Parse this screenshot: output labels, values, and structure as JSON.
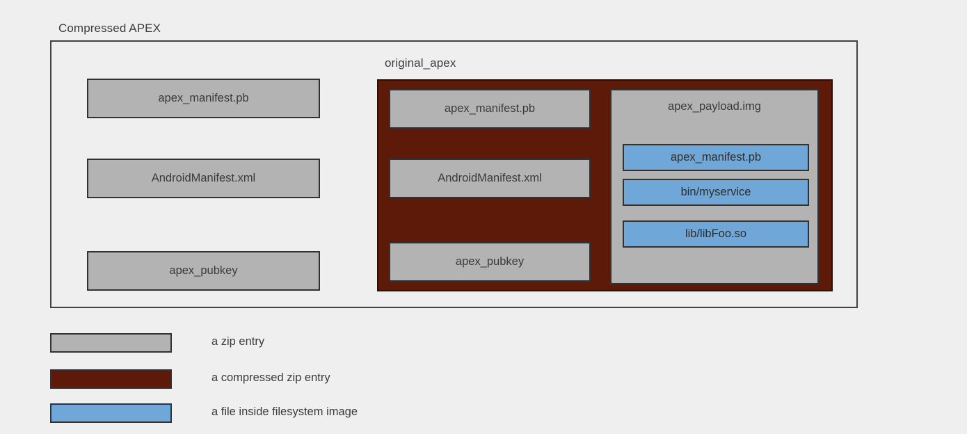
{
  "diagram": {
    "outer_container": {
      "label": "Compressed APEX",
      "entries": [
        {
          "label": "apex_manifest.pb",
          "kind": "zip-entry"
        },
        {
          "label": "AndroidManifest.xml",
          "kind": "zip-entry"
        },
        {
          "label": "apex_pubkey",
          "kind": "zip-entry"
        }
      ]
    },
    "compressed_container": {
      "label": "original_apex",
      "kind": "compressed-zip-entry",
      "entries": [
        {
          "label": "apex_manifest.pb",
          "kind": "zip-entry"
        },
        {
          "label": "AndroidManifest.xml",
          "kind": "zip-entry"
        },
        {
          "label": "apex_pubkey",
          "kind": "zip-entry"
        }
      ],
      "payload": {
        "label": "apex_payload.img",
        "kind": "zip-entry",
        "files": [
          {
            "label": "apex_manifest.pb",
            "kind": "file-inside-filesystem-image"
          },
          {
            "label": "bin/myservice",
            "kind": "file-inside-filesystem-image"
          },
          {
            "label": "lib/libFoo.so",
            "kind": "file-inside-filesystem-image"
          }
        ]
      }
    }
  },
  "legend": {
    "items": [
      {
        "label": "a zip entry",
        "swatch": "gray"
      },
      {
        "label": "a compressed zip entry",
        "swatch": "red"
      },
      {
        "label": "a file inside filesystem image",
        "swatch": "blue"
      }
    ]
  },
  "colors": {
    "background": "#efefef",
    "zip_entry_fill": "#b3b3b3",
    "compressed_zip_entry_fill": "#5d1a08",
    "filesystem_file_fill": "#6fa8d8",
    "stroke": "#2f3336",
    "text": "#3a3a3a"
  }
}
